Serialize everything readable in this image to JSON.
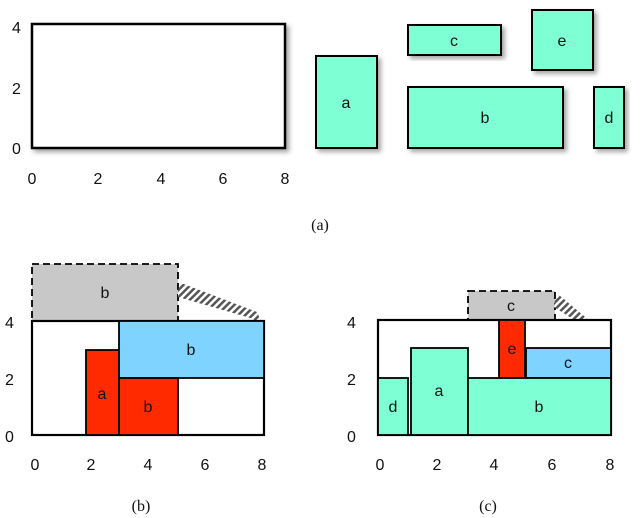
{
  "panel_a": {
    "axis": {
      "y_ticks": [
        "4",
        "2",
        "0"
      ],
      "x_ticks": [
        "0",
        "2",
        "4",
        "6",
        "8"
      ]
    },
    "pieces": [
      "a",
      "c",
      "b",
      "e",
      "d"
    ],
    "caption": "(a)"
  },
  "panel_b": {
    "axis": {
      "y_ticks": [
        "4",
        "2",
        "0"
      ],
      "x_ticks": [
        "0",
        "2",
        "4",
        "6",
        "8"
      ]
    },
    "ghost_label": "b",
    "blocks": [
      "a",
      "b",
      "b"
    ],
    "caption": "(b)"
  },
  "panel_c": {
    "axis": {
      "y_ticks": [
        "4",
        "2",
        "0"
      ],
      "x_ticks": [
        "0",
        "2",
        "4",
        "6",
        "8"
      ]
    },
    "ghost_label": "c",
    "blocks": [
      "d",
      "a",
      "e",
      "c",
      "b"
    ],
    "caption": "(c)"
  },
  "colors": {
    "teal": "#7fffd4",
    "red": "#ff2a00",
    "blue": "#7fd4ff",
    "gray": "#c8c8c8"
  }
}
